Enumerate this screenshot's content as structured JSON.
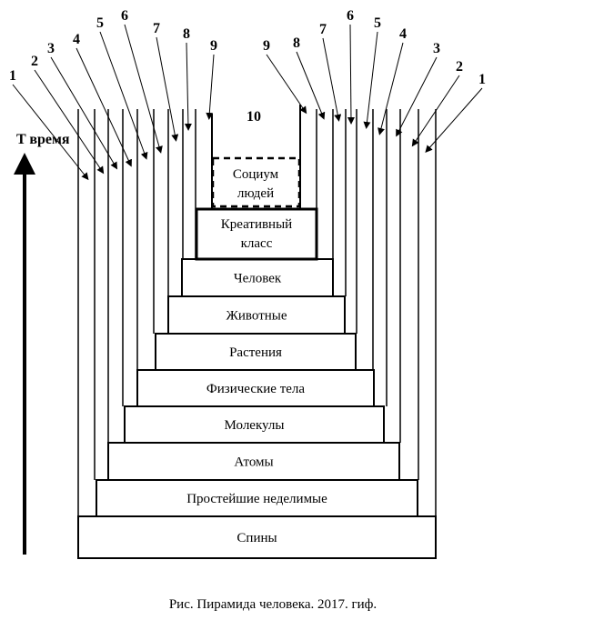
{
  "axis_label": "T время",
  "top_number": "10",
  "top_level_lines": [
    "Социум",
    "людей"
  ],
  "creative_lines": [
    "Креативный",
    "класс"
  ],
  "steps": [
    "Спины",
    "Простейшие неделимые",
    "Атомы",
    "Молекулы",
    "Физические тела",
    "Растения",
    "Животные",
    "Человек"
  ],
  "left_numbers": [
    "1",
    "2",
    "3",
    "4",
    "5",
    "6",
    "7",
    "8",
    "9"
  ],
  "right_numbers": [
    "1",
    "2",
    "3",
    "4",
    "5",
    "6",
    "7",
    "8",
    "9"
  ],
  "caption": "Рис. Пирамида человека. 2017. гиф."
}
